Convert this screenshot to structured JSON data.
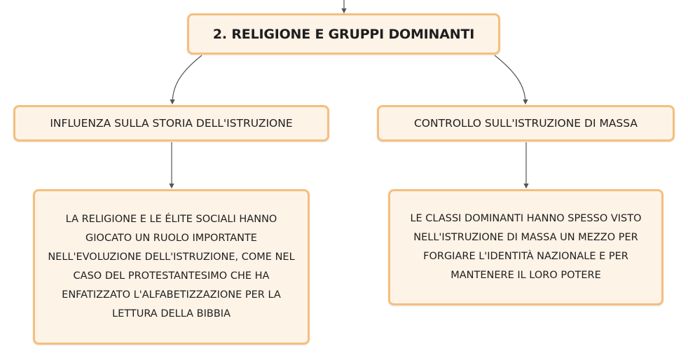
{
  "nodes": {
    "root": {
      "label": "2. RELIGIONE E GRUPPI DOMINANTI"
    },
    "left_topic": {
      "label": "INFLUENZA SULLA STORIA DELL'ISTRUZIONE"
    },
    "right_topic": {
      "label": "CONTROLLO SULL'ISTRUZIONE DI MASSA"
    },
    "left_detail": {
      "text": "LA RELIGIONE E LE ÉLITE SOCIALI HANNO GIOCATO UN RUOLO IMPORTANTE NELL'EVOLUZIONE DELL'ISTRUZIONE, COME NEL CASO DEL PROTESTANTESIMO CHE HA ENFATIZZATO L'ALFABETIZZAZIONE PER LA LETTURA DELLA BIBBIA"
    },
    "right_detail": {
      "text": "LE CLASSI DOMINANTI HANNO SPESSO VISTO NELL'ISTRUZIONE DI MASSA UN MEZZO PER FORGIARE L'IDENTITÀ NAZIONALE E PER MANTENERE IL LORO POTERE"
    }
  },
  "colors": {
    "node_fill": "#fef3e7",
    "node_border": "#f5bf7e",
    "text": "#1e1e1e",
    "connector": "#555555"
  }
}
